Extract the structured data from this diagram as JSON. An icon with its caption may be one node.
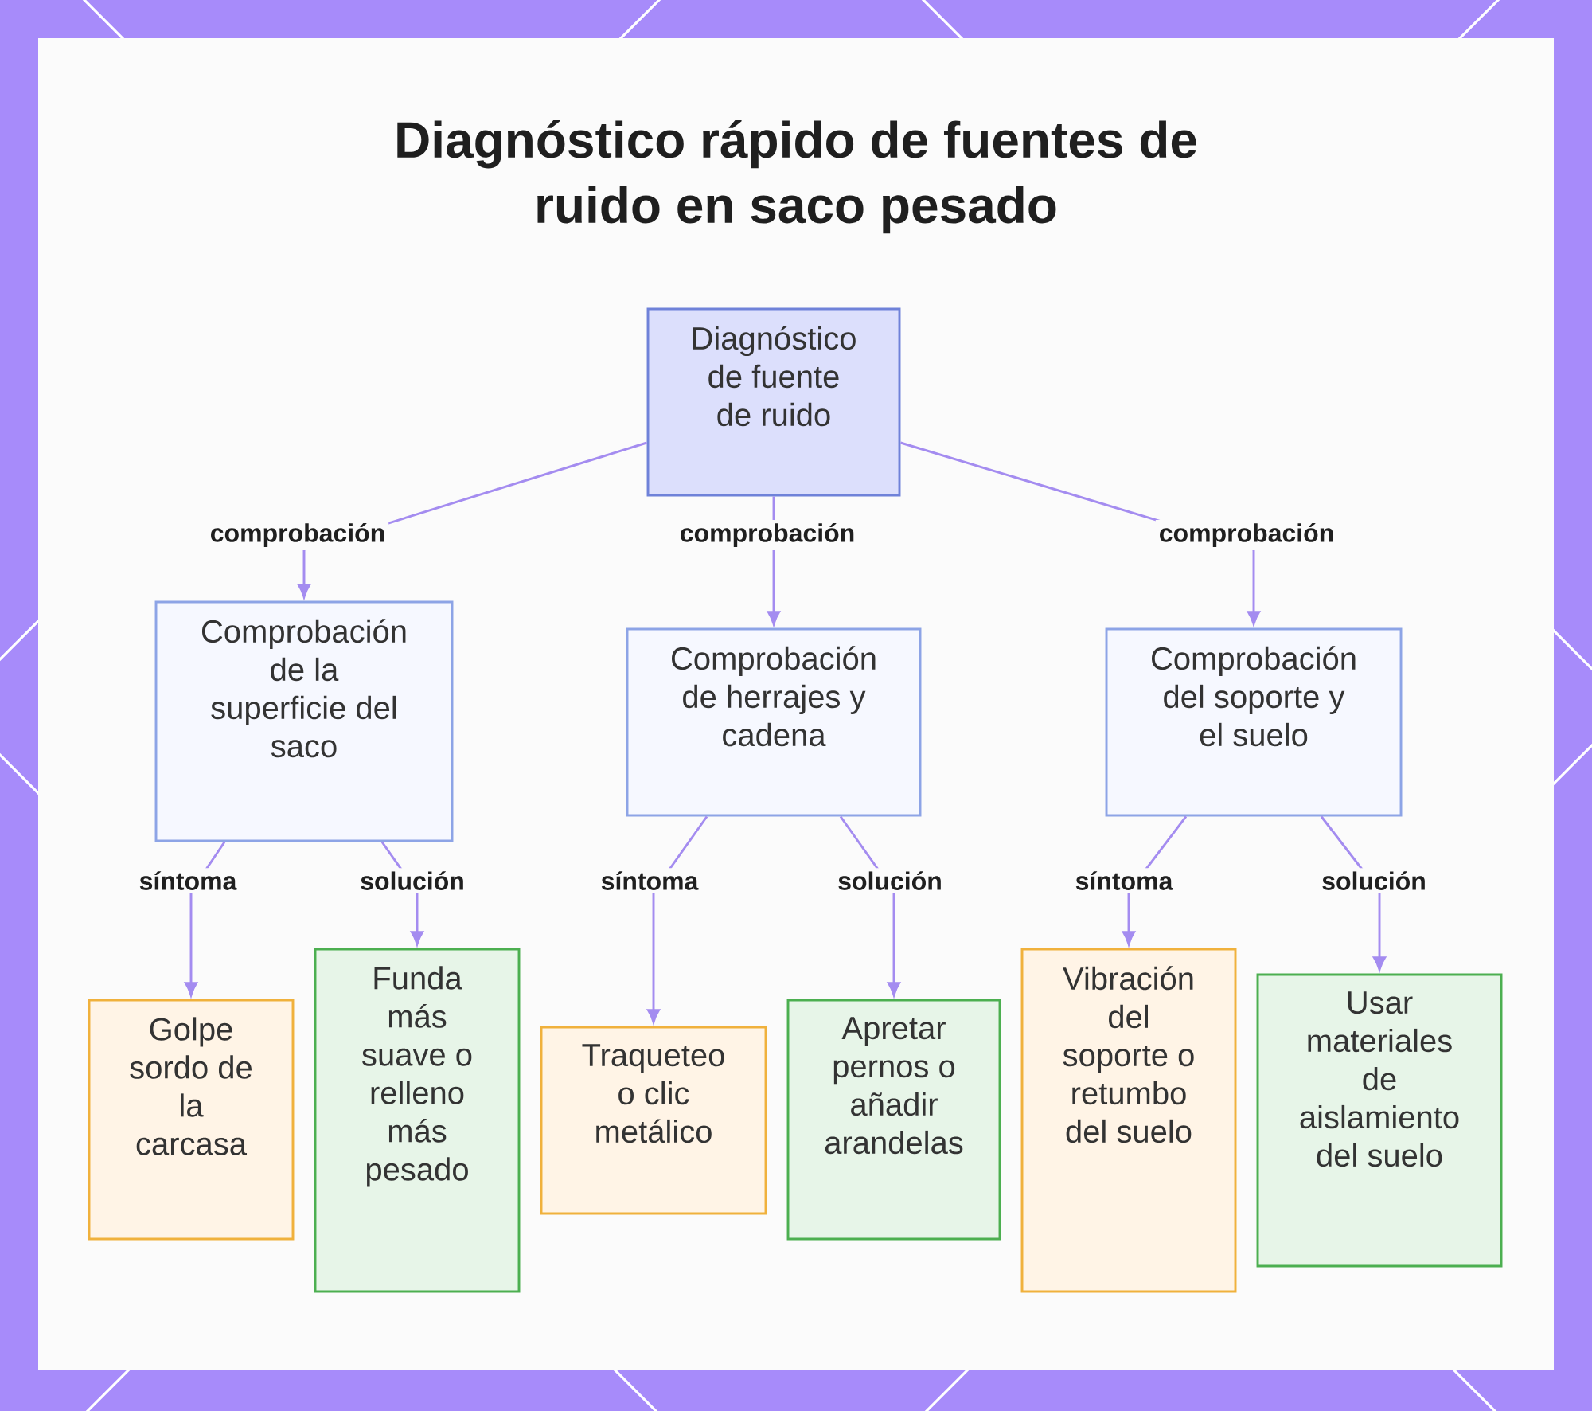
{
  "diagram": {
    "title": "Diagnóstico rápido de fuentes de ruido en saco pesado",
    "nodes": [
      {
        "text": [
          "Diagnóstico de fuente de ruido"
        ]
      },
      {
        "text": [
          "Comprobación de la superficie del saco"
        ]
      },
      {
        "text": [
          "Comprobación de herrajes y cadena"
        ]
      },
      {
        "text": [
          "Comprobación del soporte y el suelo"
        ]
      },
      {
        "text": [
          "Golpe sordo de la carcasa"
        ]
      },
      {
        "text": [
          "Funda más suave o relleno más pesado"
        ]
      },
      {
        "text": [
          "Traqueteo o clic metálico"
        ]
      },
      {
        "text": [
          "Apretar pernos o añadir arandelas"
        ]
      },
      {
        "text": [
          "Vibración del soporte o retumbo del suelo"
        ]
      },
      {
        "text": [
          "Usar materiales de aislamiento del suelo"
        ]
      }
    ],
    "edges": [
      {
        "from": 0,
        "to": 1,
        "arrow": "to",
        "label": "comprobación"
      },
      {
        "from": 0,
        "to": 2,
        "arrow": "to",
        "label": "comprobación"
      },
      {
        "from": 0,
        "to": 3,
        "arrow": "to",
        "label": "comprobación"
      },
      {
        "from": 1,
        "to": 4,
        "arrow": "to",
        "label": "síntoma"
      },
      {
        "from": 1,
        "to": 5,
        "arrow": "to",
        "label": "solución"
      },
      {
        "from": 2,
        "to": 6,
        "arrow": "to",
        "label": "síntoma"
      },
      {
        "from": 2,
        "to": 7,
        "arrow": "to",
        "label": "solución"
      },
      {
        "from": 3,
        "to": 8,
        "arrow": "to",
        "label": "síntoma"
      },
      {
        "from": 3,
        "to": 9,
        "arrow": "to",
        "label": "solución"
      }
    ]
  }
}
